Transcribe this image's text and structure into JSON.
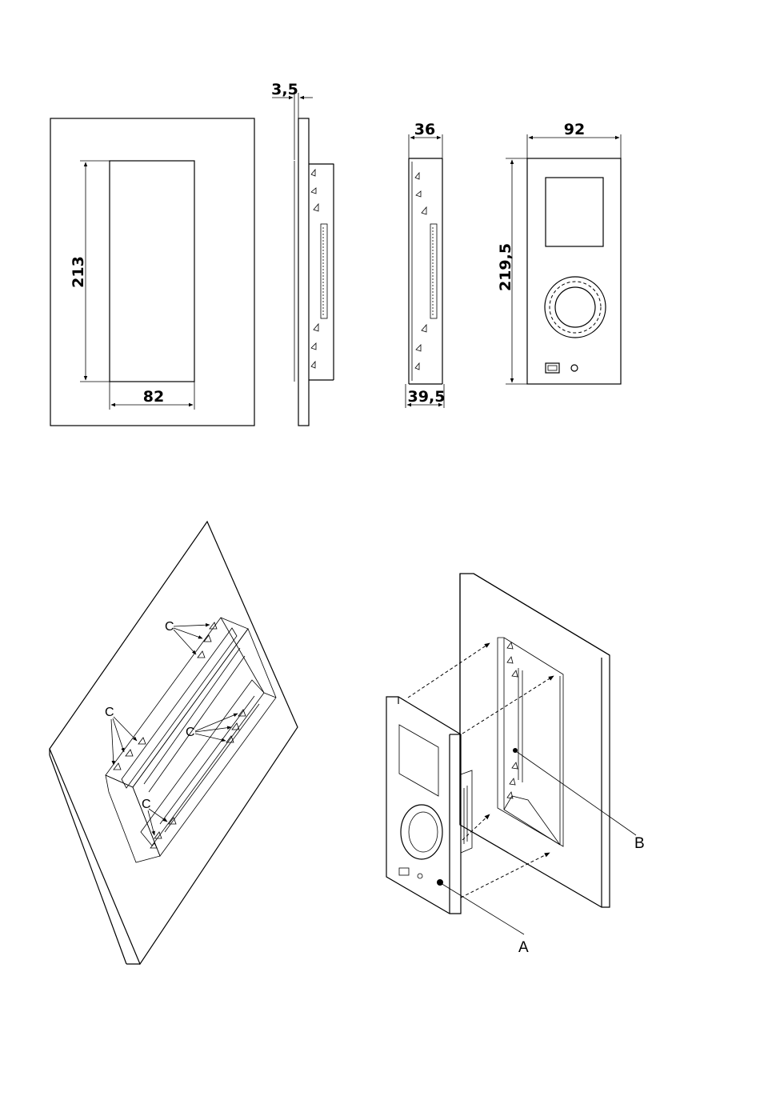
{
  "dimensions": {
    "cutout_height": "213",
    "cutout_width": "82",
    "panel_thickness": "3,5",
    "box_depth": "36",
    "box_depth_total": "39,5",
    "device_width": "92",
    "device_height": "219,5"
  },
  "callouts": {
    "a": "A",
    "b": "B",
    "c1": "C",
    "c2": "C",
    "c3": "C",
    "c4": "C"
  }
}
